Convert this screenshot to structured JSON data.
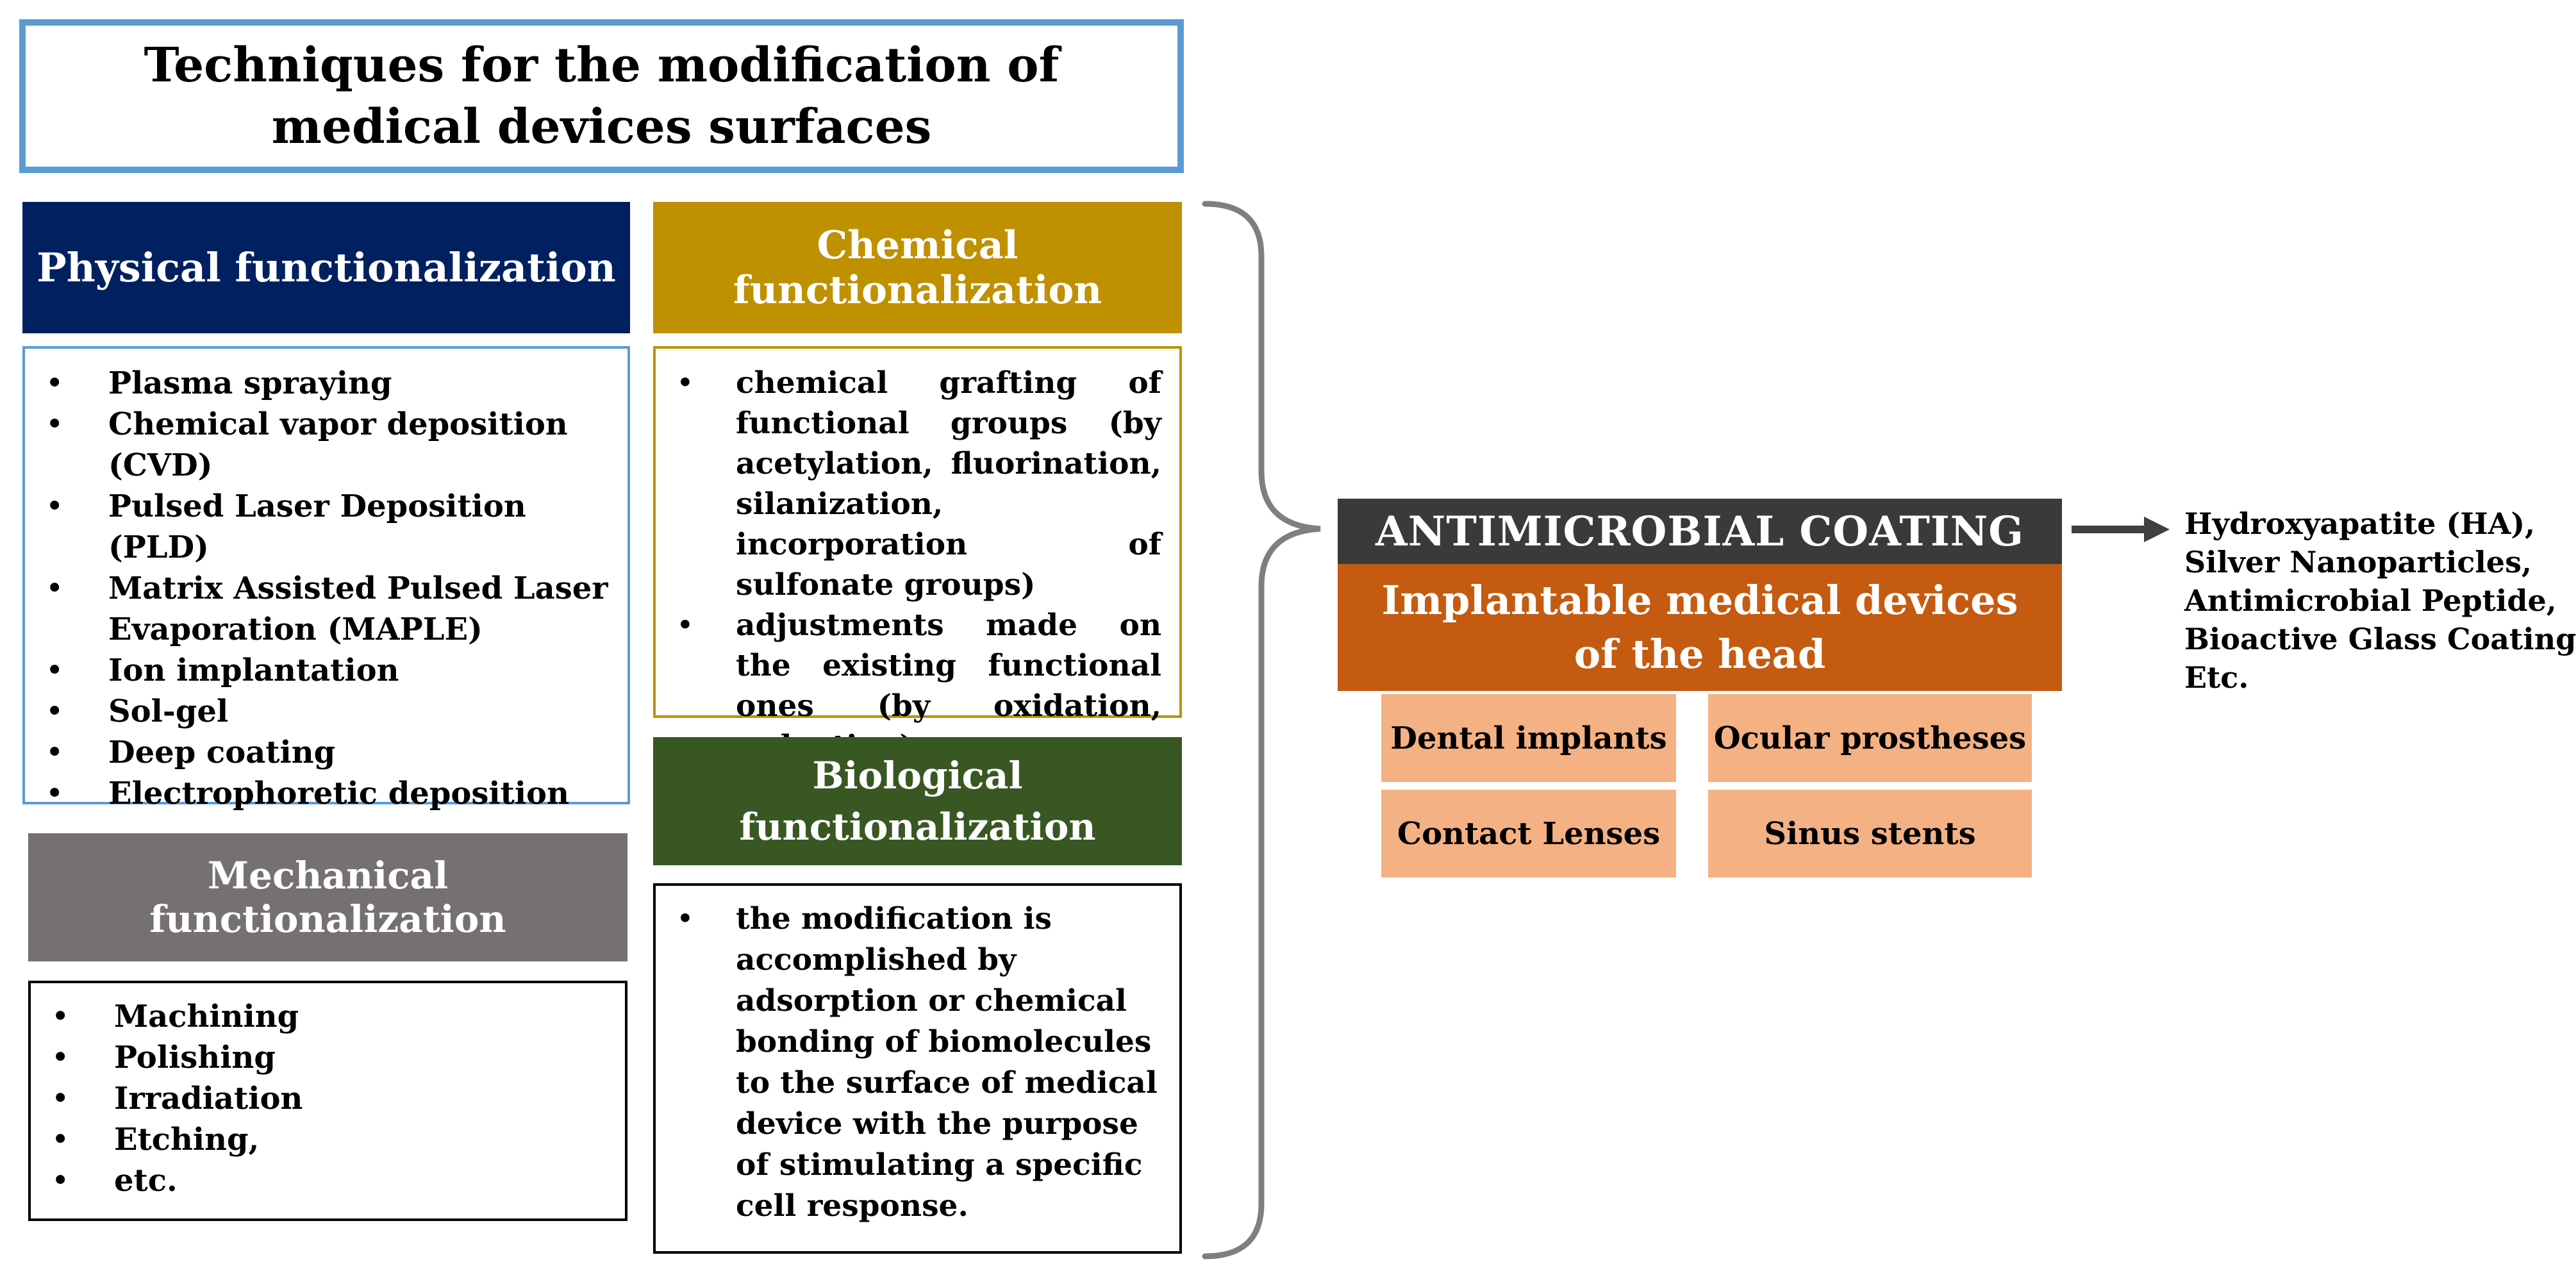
{
  "title": "Techniques for the modification  of medical devices surfaces",
  "physical": {
    "heading": "Physical  functionalization",
    "items": [
      "Plasma spraying",
      "Chemical vapor deposition (CVD)",
      "Pulsed Laser Deposition (PLD)",
      "Matrix Assisted Pulsed Laser Evaporation (MAPLE)",
      "Ion implantation",
      "Sol-gel",
      "Deep coating",
      "Electrophoretic deposition"
    ]
  },
  "chemical": {
    "heading": "Chemical functionalization",
    "items": [
      "chemical grafting of functional groups (by acetylation, fluorination, silanization, incorporation of sulfonate groups)",
      "adjustments made on the existing functional ones (by oxidation, reduction)"
    ]
  },
  "mechanical": {
    "heading": "Mechanical functionalization",
    "items": [
      "Machining",
      "Polishing",
      "Irradiation",
      "Etching,",
      "etc."
    ]
  },
  "biological": {
    "heading": "Biological functionalization",
    "items": [
      "the modification is accomplished by adsorption or chemical bonding of biomolecules to the surface of medical device with the purpose of stimulating a specific cell response."
    ]
  },
  "coating": {
    "heading": "ANTIMICROBIAL  COATING",
    "examples": [
      "Hydroxyapatite (HA),",
      "Silver Nanoparticles,",
      "Antimicrobial Peptide,",
      "Bioactive Glass Coatings,",
      "Etc."
    ]
  },
  "implants": {
    "heading": "Implantable medical devices of the head",
    "devices": [
      "Dental implants",
      "Ocular prostheses",
      "Contact Lenses",
      "Sinus stents"
    ]
  },
  "colors": {
    "title_border": "#5b9bd5",
    "physical": "#002060",
    "chemical": "#bf9000",
    "mechanical": "#767171",
    "biological": "#385723",
    "coating": "#3a3a3a",
    "implants": "#c55a11",
    "device_tile": "#f4b183",
    "bracket": "#7f7f7f"
  }
}
